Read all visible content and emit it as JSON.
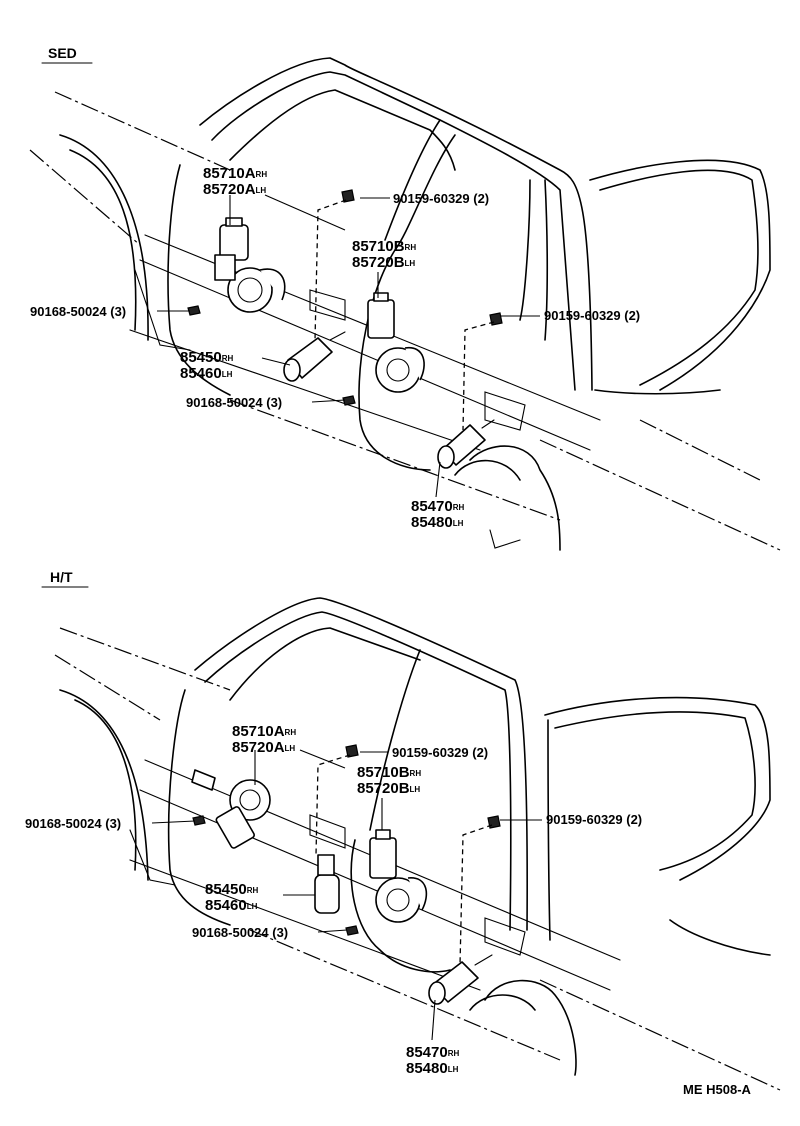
{
  "sections": {
    "sed": {
      "title": "SED",
      "labels": {
        "motor_a": {
          "num": "85710A",
          "side": "RH"
        },
        "motor_a_lh": {
          "num": "85720A",
          "side": "LH"
        },
        "motor_b": {
          "num": "85710B",
          "side": "RH"
        },
        "motor_b_lh": {
          "num": "85720B",
          "side": "LH"
        },
        "bolt_top": "90159-60329 (2)",
        "bolt_right": "90159-60329 (2)",
        "screw_left": "90168-50024 (3)",
        "screw_mid": "90168-50024 (3)",
        "act_front": {
          "num": "85450",
          "side": "RH"
        },
        "act_front_lh": {
          "num": "85460",
          "side": "LH"
        },
        "act_rear": {
          "num": "85470",
          "side": "RH"
        },
        "act_rear_lh": {
          "num": "85480",
          "side": "LH"
        }
      }
    },
    "ht": {
      "title": "H/T",
      "labels": {
        "motor_a": {
          "num": "85710A",
          "side": "RH"
        },
        "motor_a_lh": {
          "num": "85720A",
          "side": "LH"
        },
        "motor_b": {
          "num": "85710B",
          "side": "RH"
        },
        "motor_b_lh": {
          "num": "85720B",
          "side": "LH"
        },
        "bolt_top": "90159-60329 (2)",
        "bolt_right": "90159-60329 (2)",
        "screw_left": "90168-50024 (3)",
        "screw_mid": "90168-50024 (3)",
        "act_front": {
          "num": "85450",
          "side": "RH"
        },
        "act_front_lh": {
          "num": "85460",
          "side": "LH"
        },
        "act_rear": {
          "num": "85470",
          "side": "RH"
        },
        "act_rear_lh": {
          "num": "85480",
          "side": "LH"
        }
      }
    }
  },
  "reference_code": "ME H508-A"
}
